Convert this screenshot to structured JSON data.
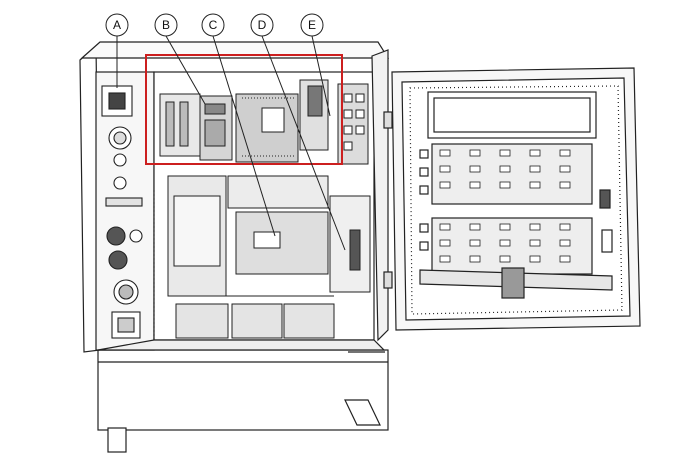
{
  "callouts": [
    {
      "id": "A",
      "label": "A"
    },
    {
      "id": "B",
      "label": "B"
    },
    {
      "id": "C",
      "label": "C"
    },
    {
      "id": "D",
      "label": "D"
    },
    {
      "id": "E",
      "label": "E"
    }
  ],
  "colors": {
    "line": "#222222",
    "highlight": "#cc1f1f",
    "panel_fill": "#eeeeee",
    "board_fill": "#d9d9d9",
    "door_fill": "#f4f4f4"
  }
}
